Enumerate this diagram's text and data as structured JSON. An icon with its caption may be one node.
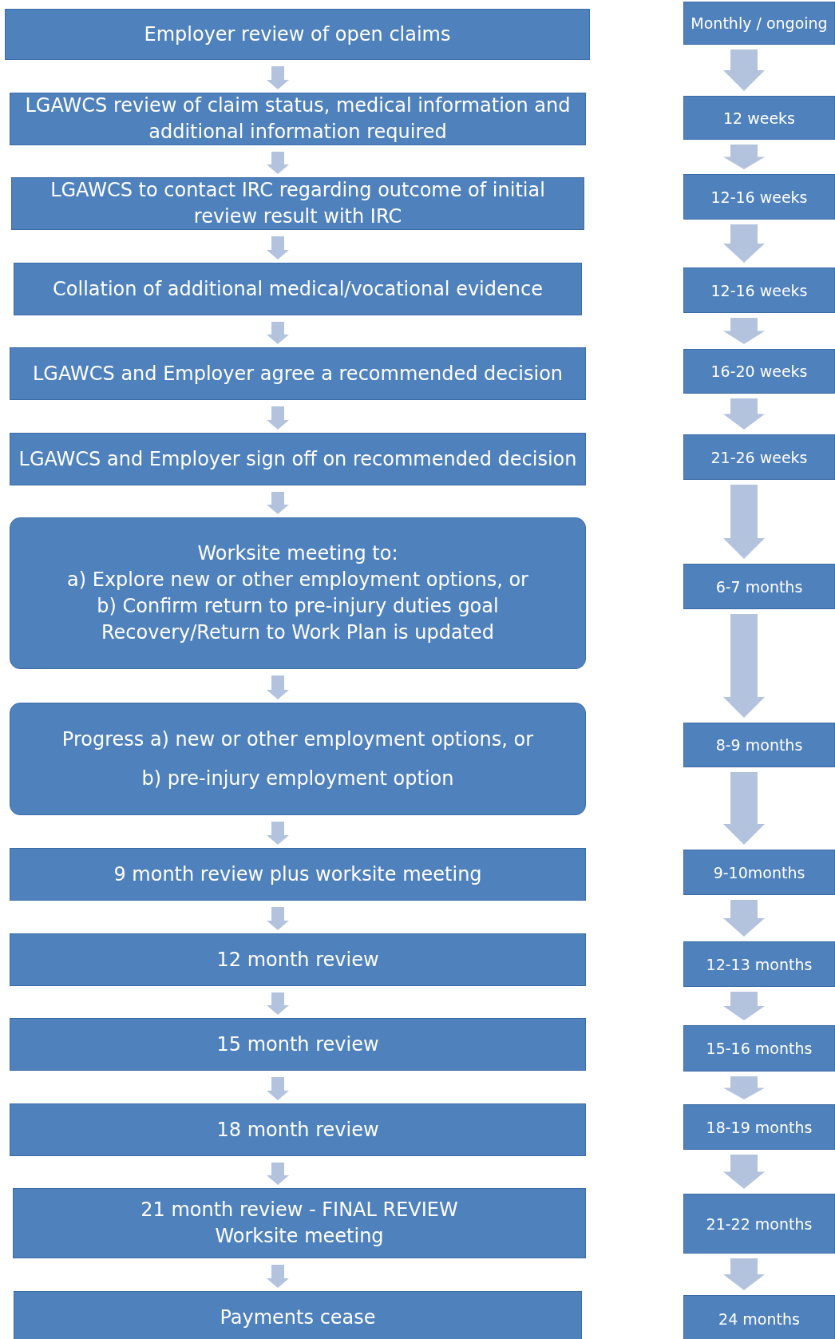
{
  "diagram": {
    "nodes": [
      {
        "text": [
          "Employer review of open claims"
        ]
      },
      {
        "text": [
          "LGAWCS review of claim status, medical information and additional information required"
        ]
      },
      {
        "text": [
          "LGAWCS to contact IRC regarding outcome of initial review result with IRC"
        ]
      },
      {
        "text": [
          "Collation of additional medical/vocational evidence"
        ]
      },
      {
        "text": [
          "LGAWCS and Employer agree a recommended decision"
        ]
      },
      {
        "text": [
          "LGAWCS and Employer sign off on recommended decision"
        ]
      },
      {
        "text": [
          "Worksite meeting to:",
          "a) Explore new or other employment options, or",
          "b) Confirm return to pre-injury duties goal",
          "Recovery/Return to Work Plan is updated"
        ]
      },
      {
        "text": [
          "Progress a) new or other employment options, or",
          "b) pre-injury employment option"
        ]
      },
      {
        "text": [
          "9 month review plus worksite meeting"
        ]
      },
      {
        "text": [
          "12 month review"
        ]
      },
      {
        "text": [
          "15 month review"
        ]
      },
      {
        "text": [
          "18 month review"
        ]
      },
      {
        "text": [
          "21 month review - FINAL REVIEW",
          "Worksite meeting"
        ]
      },
      {
        "text": [
          "Payments cease"
        ]
      },
      {
        "text": [
          "Monthly / ongoing"
        ]
      },
      {
        "text": [
          "12 weeks"
        ]
      },
      {
        "text": [
          "12-16 weeks"
        ]
      },
      {
        "text": [
          "12-16 weeks"
        ]
      },
      {
        "text": [
          "16-20 weeks"
        ]
      },
      {
        "text": [
          "21-26 weeks"
        ]
      },
      {
        "text": [
          "6-7 months"
        ]
      },
      {
        "text": [
          "8-9 months"
        ]
      },
      {
        "text": [
          "9-10months"
        ]
      },
      {
        "text": [
          "12-13 months"
        ]
      },
      {
        "text": [
          "15-16 months"
        ]
      },
      {
        "text": [
          "18-19 months"
        ]
      },
      {
        "text": [
          "21-22 months"
        ]
      },
      {
        "text": [
          "24 months"
        ]
      }
    ],
    "edges": [
      {
        "from": 0,
        "to": 1,
        "arrow": "to"
      },
      {
        "from": 1,
        "to": 2,
        "arrow": "to"
      },
      {
        "from": 2,
        "to": 3,
        "arrow": "to"
      },
      {
        "from": 3,
        "to": 4,
        "arrow": "to"
      },
      {
        "from": 4,
        "to": 5,
        "arrow": "to"
      },
      {
        "from": 5,
        "to": 6,
        "arrow": "to"
      },
      {
        "from": 6,
        "to": 7,
        "arrow": "to"
      },
      {
        "from": 7,
        "to": 8,
        "arrow": "to"
      },
      {
        "from": 8,
        "to": 9,
        "arrow": "to"
      },
      {
        "from": 9,
        "to": 10,
        "arrow": "to"
      },
      {
        "from": 10,
        "to": 11,
        "arrow": "to"
      },
      {
        "from": 11,
        "to": 12,
        "arrow": "to"
      },
      {
        "from": 12,
        "to": 13,
        "arrow": "to"
      },
      {
        "from": 14,
        "to": 15,
        "arrow": "to"
      },
      {
        "from": 15,
        "to": 16,
        "arrow": "to"
      },
      {
        "from": 16,
        "to": 17,
        "arrow": "to"
      },
      {
        "from": 17,
        "to": 18,
        "arrow": "to"
      },
      {
        "from": 18,
        "to": 19,
        "arrow": "to"
      },
      {
        "from": 19,
        "to": 20,
        "arrow": "to"
      },
      {
        "from": 20,
        "to": 21,
        "arrow": "to"
      },
      {
        "from": 21,
        "to": 22,
        "arrow": "to"
      },
      {
        "from": 22,
        "to": 23,
        "arrow": "to"
      },
      {
        "from": 23,
        "to": 24,
        "arrow": "to"
      },
      {
        "from": 24,
        "to": 25,
        "arrow": "to"
      },
      {
        "from": 25,
        "to": 26,
        "arrow": "to"
      },
      {
        "from": 26,
        "to": 27,
        "arrow": "to"
      }
    ]
  }
}
